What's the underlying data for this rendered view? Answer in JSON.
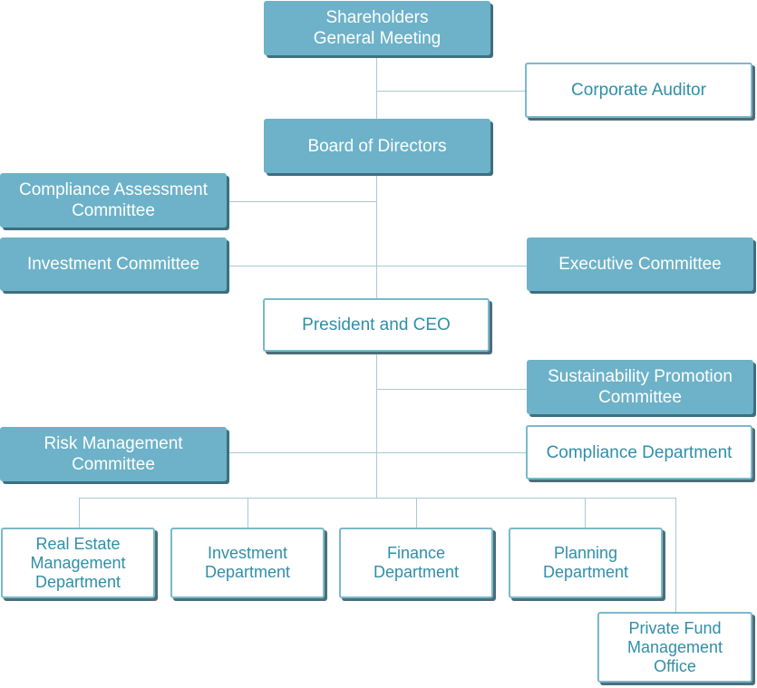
{
  "diagram": {
    "nodes": {
      "shareholders": "Shareholders\nGeneral Meeting",
      "corporate_auditor": "Corporate Auditor",
      "board": "Board of Directors",
      "compliance_assessment": "Compliance Assessment\nCommittee",
      "investment_committee": "Investment Committee",
      "executive_committee": "Executive Committee",
      "president": "President and CEO",
      "sustainability": "Sustainability Promotion\nCommittee",
      "risk_management": "Risk Management\nCommittee",
      "compliance_department": "Compliance Department",
      "real_estate": "Real Estate\nManagement\nDepartment",
      "investment_department": "Investment\nDepartment",
      "finance": "Finance\nDepartment",
      "planning": "Planning\nDepartment",
      "private_fund": "Private Fund\nManagement\nOffice"
    },
    "colors": {
      "filled": "#6db2c8",
      "outline": "#7ab9cb",
      "text_outline": "#2f8fa8",
      "connector": "#a9c9d3"
    }
  }
}
